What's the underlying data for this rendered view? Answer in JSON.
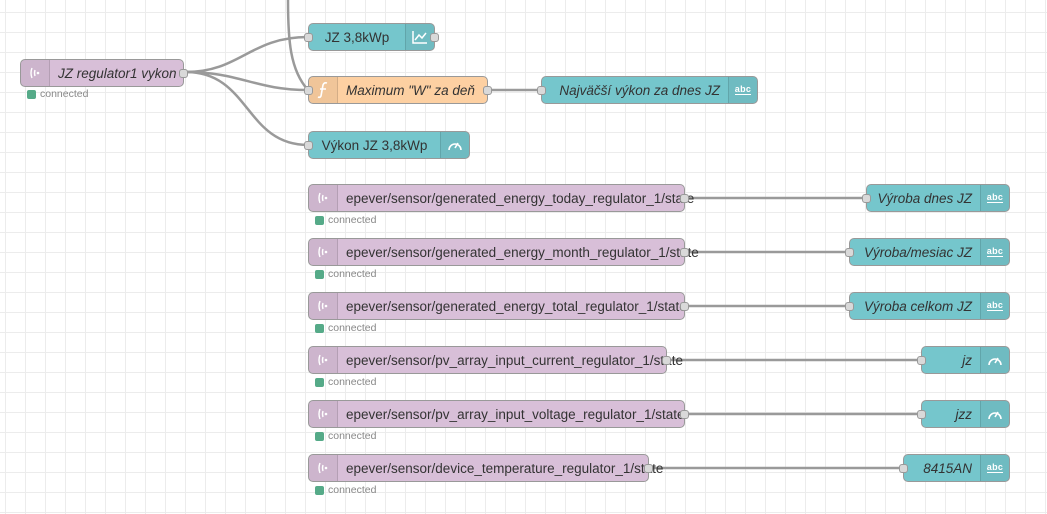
{
  "nodes": {
    "mqtt_jz": {
      "label": "JZ regulator1 vykon",
      "status": "connected"
    },
    "chart_jz": {
      "label": "JZ 3,8kWp",
      "icon": "chart-icon"
    },
    "fn_max": {
      "label": "Maximum \"W\" za deň",
      "icon": "function-icon"
    },
    "text_max": {
      "label": "Najväčší výkon za dnes JZ",
      "icon": "abc-icon"
    },
    "gauge_jz": {
      "label": "Výkon JZ 3,8kWp",
      "icon": "gauge-icon"
    },
    "mqtt_today": {
      "label": "epever/sensor/generated_energy_today_regulator_1/state",
      "status": "connected"
    },
    "mqtt_month": {
      "label": "epever/sensor/generated_energy_month_regulator_1/state",
      "status": "connected"
    },
    "mqtt_total": {
      "label": "epever/sensor/generated_energy_total_regulator_1/state",
      "status": "connected"
    },
    "mqtt_current": {
      "label": "epever/sensor/pv_array_input_current_regulator_1/state",
      "status": "connected"
    },
    "mqtt_voltage": {
      "label": "epever/sensor/pv_array_input_voltage_regulator_1/state",
      "status": "connected"
    },
    "mqtt_temp": {
      "label": "epever/sensor/device_temperature_regulator_1/state",
      "status": "connected"
    },
    "text_today": {
      "label": "Výroba dnes JZ",
      "icon": "abc-icon"
    },
    "text_month": {
      "label": "Výroba/mesiac JZ",
      "icon": "abc-icon"
    },
    "text_total": {
      "label": "Výroba celkom JZ",
      "icon": "abc-icon"
    },
    "gauge_jz_small": {
      "label": "jz",
      "icon": "gauge-icon"
    },
    "gauge_jzz": {
      "label": "jzz",
      "icon": "gauge-icon"
    },
    "text_temp": {
      "label": "8415AN",
      "icon": "abc-icon"
    }
  },
  "abc_glyph": "abc",
  "colors": {
    "mqtt_node": "#d8bfd8",
    "dashboard_node": "#75c6cc",
    "function_node": "#fdd0a2",
    "wire": "#999999",
    "status_connected": "#55aa88"
  }
}
